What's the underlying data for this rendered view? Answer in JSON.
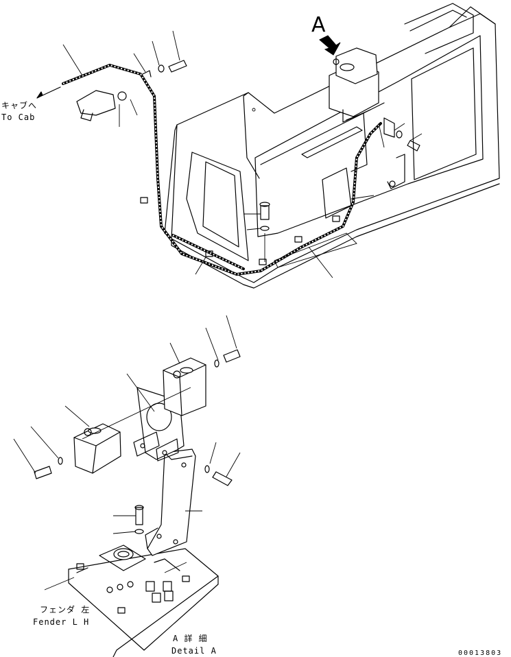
{
  "labels": {
    "view_marker": "A",
    "to_cab_jp": "キャブへ",
    "to_cab_en": "To Cab",
    "fender_jp": "フェンダ 左",
    "fender_en": "Fender L H",
    "detail_jp": "A 詳 細",
    "detail_en": "Detail A",
    "drawing_number": "00013803"
  }
}
